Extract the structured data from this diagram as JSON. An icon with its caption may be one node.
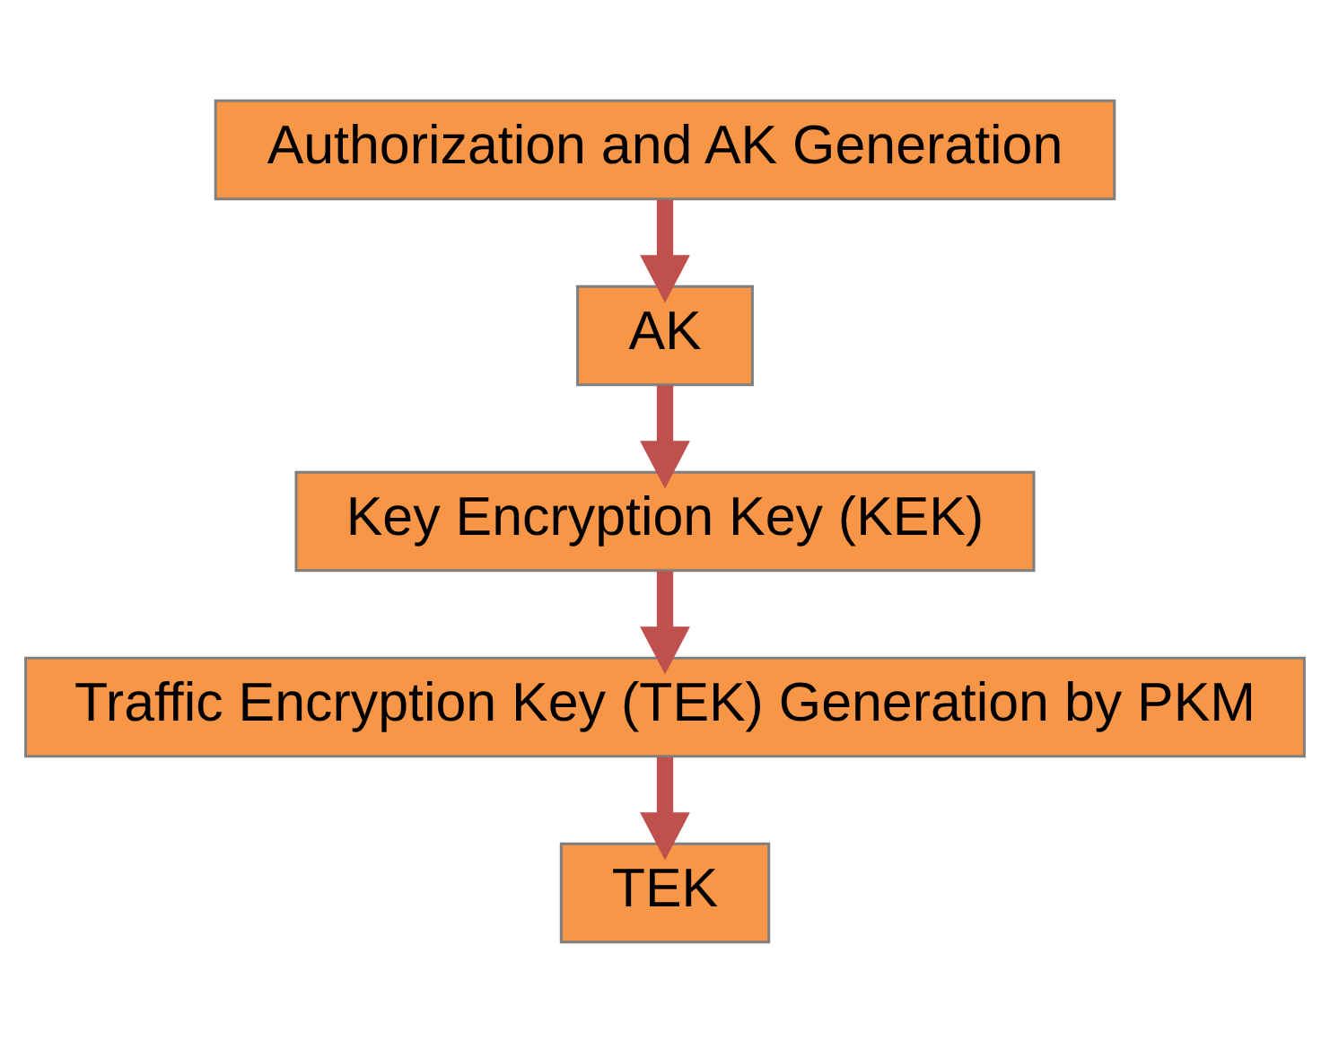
{
  "diagram": {
    "nodes": [
      {
        "text": [
          "Authorization and AK Generation"
        ]
      },
      {
        "text": [
          "AK"
        ]
      },
      {
        "text": [
          "Key Encryption Key (KEK)"
        ]
      },
      {
        "text": [
          "Traffic Encryption Key (TEK) Generation by PKM"
        ]
      },
      {
        "text": [
          "TEK"
        ]
      }
    ],
    "edges": [
      {
        "from": 0,
        "to": 1,
        "arrow": "to"
      },
      {
        "from": 1,
        "to": 2,
        "arrow": "to"
      },
      {
        "from": 2,
        "to": 3,
        "arrow": "to"
      },
      {
        "from": 3,
        "to": 4,
        "arrow": "to"
      }
    ]
  }
}
